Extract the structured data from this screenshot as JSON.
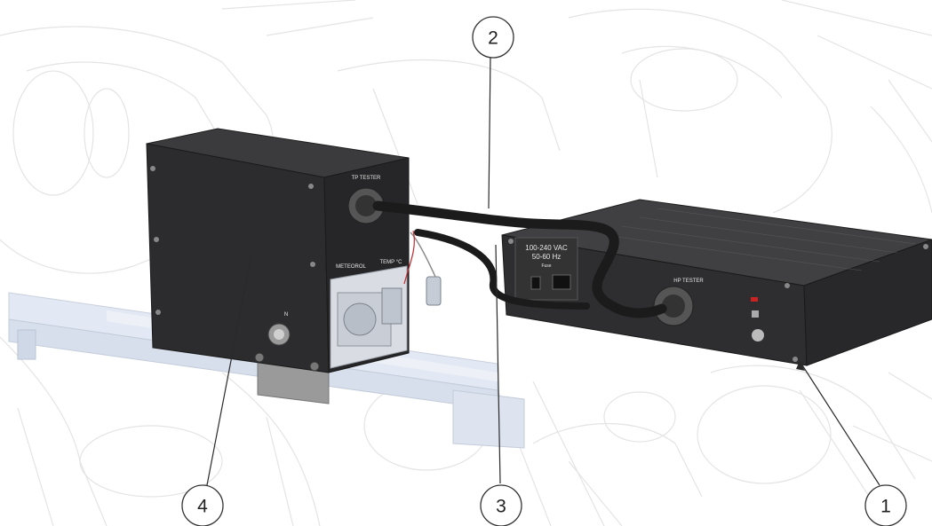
{
  "callouts": [
    {
      "id": "1",
      "label": "1"
    },
    {
      "id": "2",
      "label": "2"
    },
    {
      "id": "3",
      "label": "3"
    },
    {
      "id": "4",
      "label": "4"
    }
  ],
  "panel_labels": {
    "tp_tester": "TP TESTER",
    "meteorol": "METEOROL",
    "temp_c": "TEMP °C",
    "knob_mark": "N",
    "voltage": "100-240 VAC",
    "frequency": "50-60 Hz",
    "fuse": "Fuse",
    "hp_tester": "HP TESTER"
  },
  "colors": {
    "enclosure": "#2b2b2d",
    "enclosure_top": "#3a3a3c",
    "cable": "#1a1a1a",
    "rail": "#dfe6f2",
    "line_art": "#e6e6e6",
    "callout_stroke": "#333333"
  }
}
